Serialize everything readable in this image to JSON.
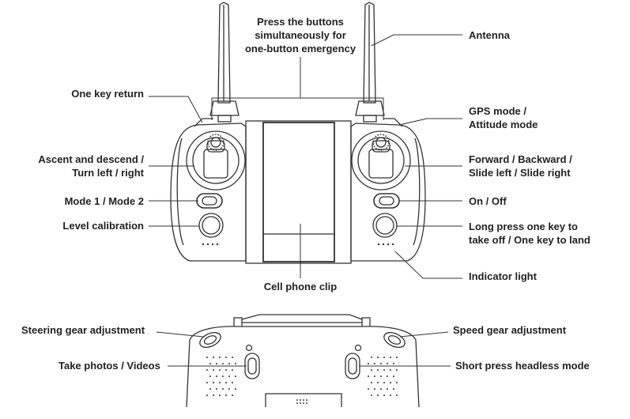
{
  "colors": {
    "line": "#333333",
    "text": "#222222",
    "background": "#ffffff"
  },
  "labels": {
    "emergency": "Press the buttons\nsimultaneously for\none-button emergency",
    "antenna": "Antenna",
    "one_key_return": "One key return",
    "gps_mode": "GPS mode /\nAttitude mode",
    "ascent_descend": "Ascent and descend /\nTurn left / right",
    "forward_backward": "Forward / Backward /\nSlide left / Slide right",
    "mode_switch": "Mode 1 / Mode 2",
    "on_off": "On / Off",
    "level_calibration": "Level calibration",
    "takeoff_land": "Long press one key to\ntake off / One key to land",
    "indicator_light": "Indicator light",
    "phone_clip": "Cell phone clip",
    "steering_gear": "Steering gear adjustment",
    "speed_gear": "Speed gear adjustment",
    "photos_videos": "Take photos / Videos",
    "headless_mode": "Short press headless mode"
  }
}
